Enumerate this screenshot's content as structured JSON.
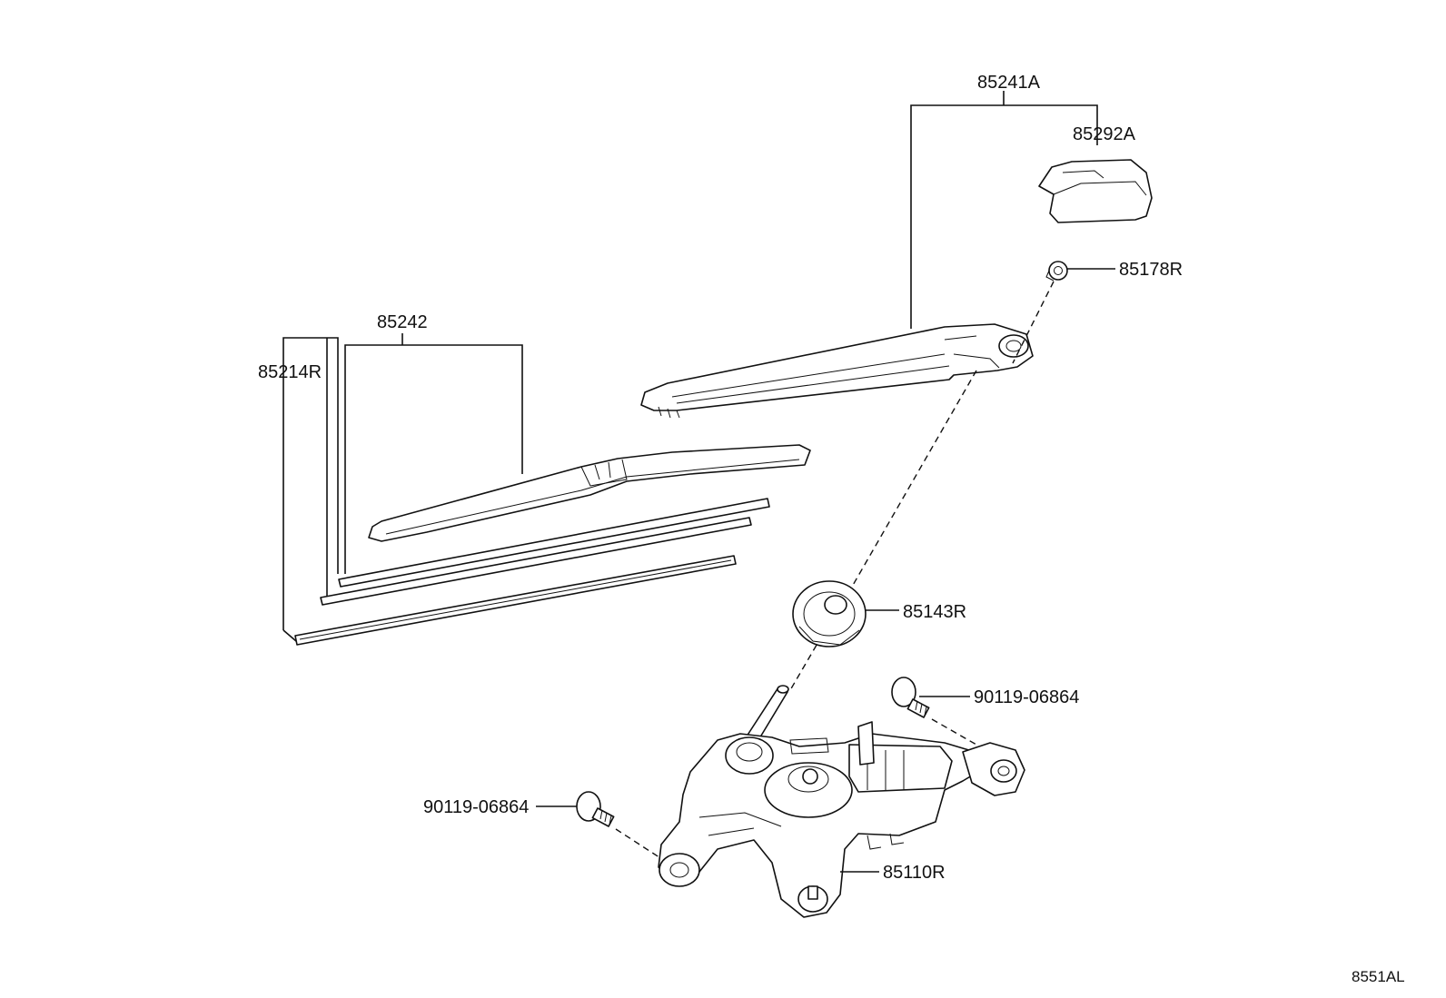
{
  "diagram": {
    "labels": {
      "arm_assembly": "85241A",
      "arm_cap": "85292A",
      "arm_nut": "85178R",
      "blade_assembly": "85242",
      "blade_rubber": "85214R",
      "pivot_seal": "85143R",
      "screw_right": "90119-06864",
      "screw_left": "90119-06864",
      "motor": "85110R"
    },
    "figure_code": "8551AL"
  }
}
